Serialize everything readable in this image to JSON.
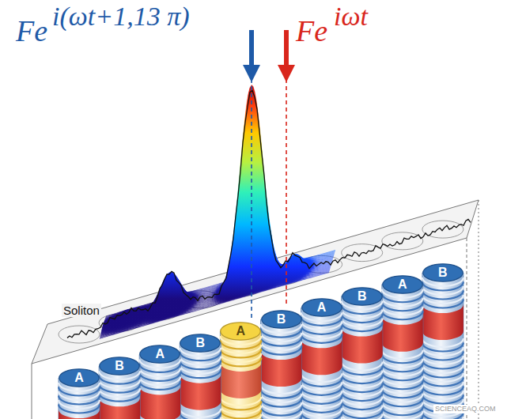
{
  "diagram": {
    "nodes": [
      {
        "text": [
          "A"
        ]
      },
      {
        "text": [
          "B"
        ]
      },
      {
        "text": [
          "A"
        ]
      },
      {
        "text": [
          "B"
        ]
      },
      {
        "text": [
          "A"
        ]
      },
      {
        "text": [
          "B"
        ]
      },
      {
        "text": [
          "A"
        ]
      },
      {
        "text": [
          "B"
        ]
      },
      {
        "text": [
          "A"
        ]
      },
      {
        "text": [
          "B"
        ]
      }
    ],
    "labels": [
      "Fe",
      "i(ωt+1,13 π)",
      "Fe",
      "iωt",
      "Soliton",
      "SCIENCEAQ.COM"
    ]
  }
}
